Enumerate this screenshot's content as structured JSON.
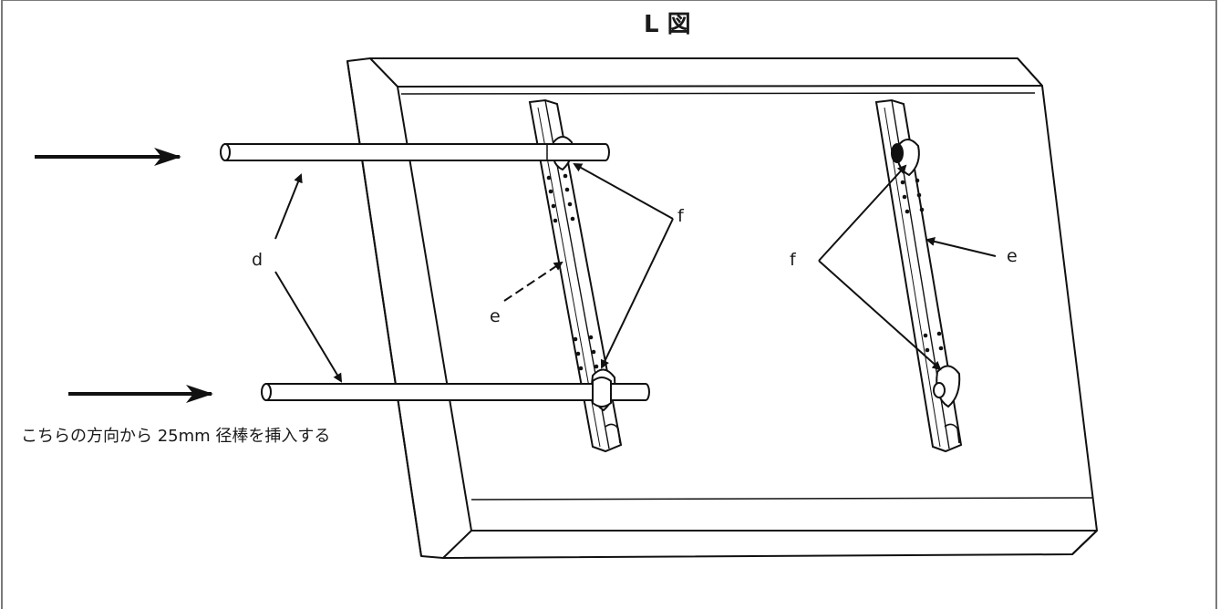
{
  "figure": {
    "title": "L 図",
    "instruction": "こちらの方向から 25mm 径棒を挿入する"
  },
  "labels": {
    "d": "d",
    "e_left": "e",
    "e_right": "e",
    "f_left": "f",
    "f_right": "f"
  }
}
